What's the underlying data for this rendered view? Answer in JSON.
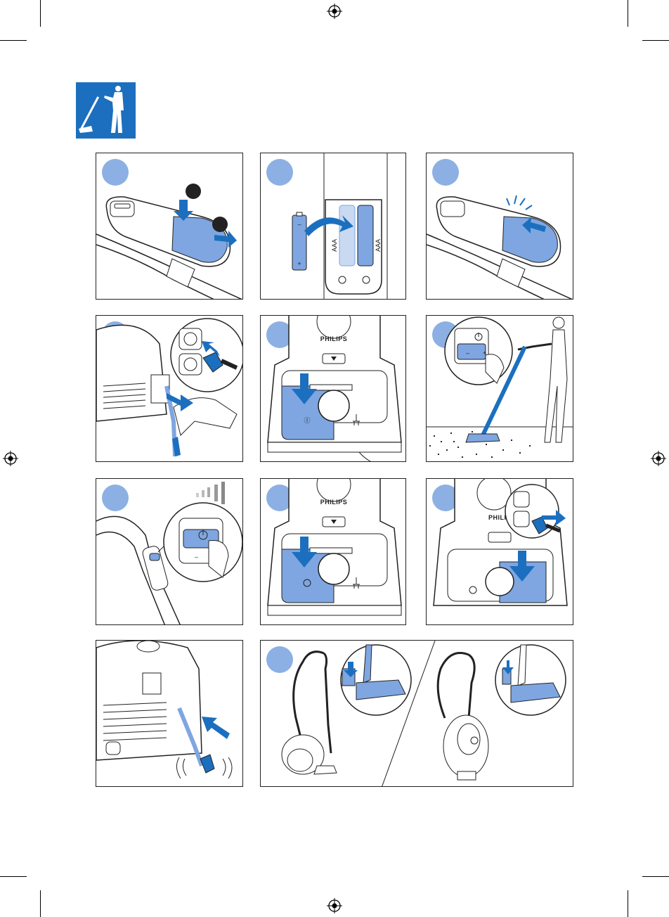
{
  "page": {
    "section_icon": "vacuum-cleaning-person-icon",
    "brand_color": "#1c6fbf",
    "highlight_color": "#7fa6e0",
    "step_marker_color": "#8cb0e3"
  },
  "steps": [
    {
      "id": "1",
      "icon": "handle-battery-cover-icon"
    },
    {
      "id": "2",
      "icon": "insert-batteries-icon",
      "battery_label": "AAA"
    },
    {
      "id": "3",
      "icon": "close-battery-cover-icon"
    },
    {
      "id": "4",
      "icon": "pull-out-cord-plug-in-icon"
    },
    {
      "id": "5",
      "icon": "press-power-on-icon",
      "brand": "PHILIPS",
      "power_symbol": "Ⓘ"
    },
    {
      "id": "6",
      "icon": "adjust-power-vacuum-icon",
      "minus": "–",
      "plus": "+"
    },
    {
      "id": "7",
      "icon": "power-level-indicator-icon",
      "minus": "–"
    },
    {
      "id": "8",
      "icon": "press-power-off-icon",
      "brand": "PHILIPS"
    },
    {
      "id": "9",
      "icon": "unplug-cord-rewind-icon",
      "brand": "PHILIP"
    },
    {
      "id": "10",
      "icon": "cord-rewind-icon"
    },
    {
      "id": "11",
      "icon": "parking-storage-icon"
    }
  ]
}
